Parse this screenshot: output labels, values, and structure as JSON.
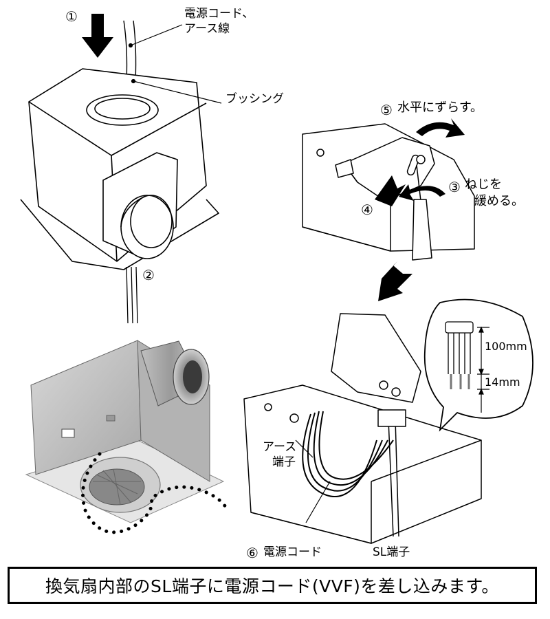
{
  "labels": {
    "power_cord_earth": [
      "電源コード、",
      "アース線"
    ],
    "bushing": "ブッシング",
    "step5": "水平にずらす。",
    "step3": [
      "ねじを",
      "緩める。"
    ],
    "earth_terminal": [
      "アース",
      "端子"
    ],
    "step6_cord": "電源コード",
    "sl_terminal": "SL端子",
    "dim_100": "100mm",
    "dim_14": "14mm"
  },
  "step_numbers": {
    "n1": "①",
    "n2": "②",
    "n3": "③",
    "n4": "④",
    "n5": "⑤",
    "n6": "⑥"
  },
  "caption": "換気扇内部のSL端子に電源コード(VVF)を差し込みます。"
}
